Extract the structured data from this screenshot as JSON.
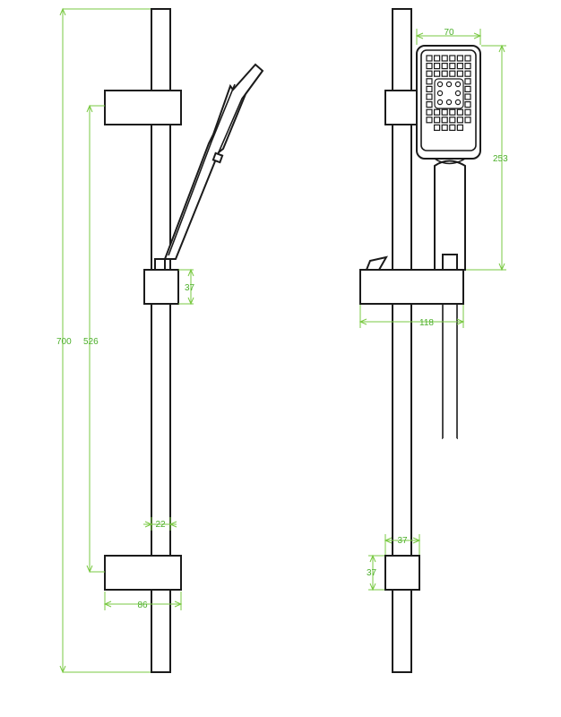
{
  "dimensions": {
    "overall_height": "700",
    "bracket_spacing": "526",
    "slider_height": "37",
    "rail_diameter": "22",
    "bracket_width": "86",
    "handset_width": "70",
    "handset_length": "253",
    "slider_depth": "118",
    "bracket_depth": "37",
    "bracket_height": "37"
  },
  "colors": {
    "dimension": "#4caf2a",
    "outline": "#1b1b1b"
  }
}
